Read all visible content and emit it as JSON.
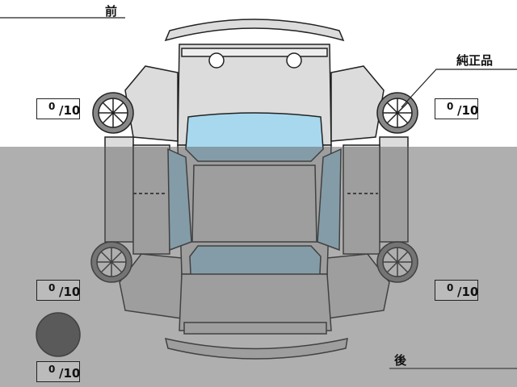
{
  "labels": {
    "front": "前",
    "rear": "後",
    "genuine": "純正品"
  },
  "scores": [
    {
      "id": "front-left",
      "value": "0",
      "max": "/10"
    },
    {
      "id": "front-right",
      "value": "0",
      "max": "/10"
    },
    {
      "id": "rear-left",
      "value": "0",
      "max": "/10"
    },
    {
      "id": "rear-right",
      "value": "0",
      "max": "/10"
    },
    {
      "id": "spare",
      "value": "0",
      "max": "/10"
    }
  ],
  "colors": {
    "glass": "#a8d8ee",
    "body": "#dcdcdc",
    "spare": "#555555"
  }
}
